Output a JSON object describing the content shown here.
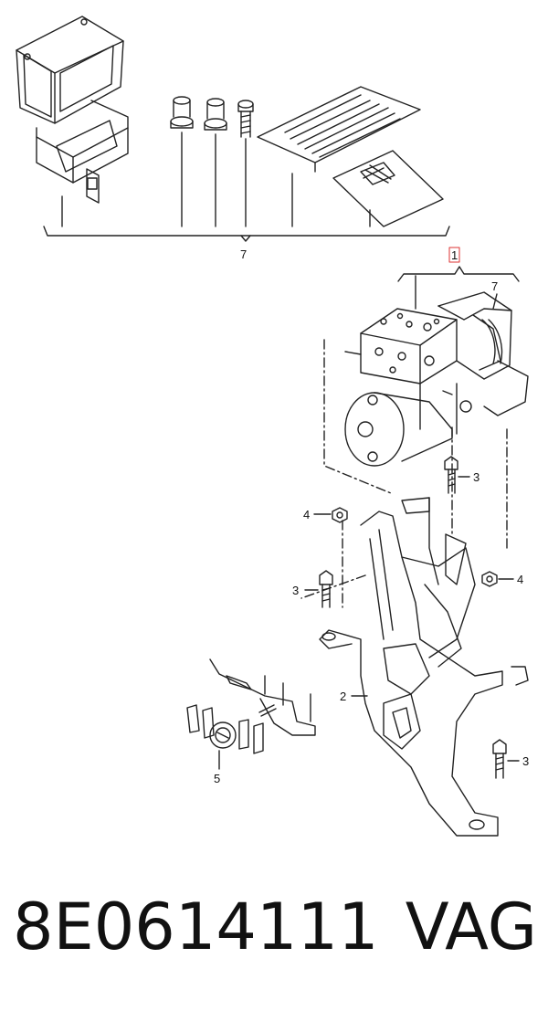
{
  "diagram": {
    "callouts": {
      "top_group": "7",
      "assembly": "1",
      "assembly_sub": "7",
      "bolt_upper": "3",
      "nut_left": "4",
      "nut_right": "4",
      "bolt_left": "3",
      "bracket": "2",
      "bolt_lower": "3",
      "clip": "5"
    },
    "highlight_color": "#d33333"
  },
  "footer": {
    "part_number": "8E0614111",
    "brand": "VAG"
  }
}
